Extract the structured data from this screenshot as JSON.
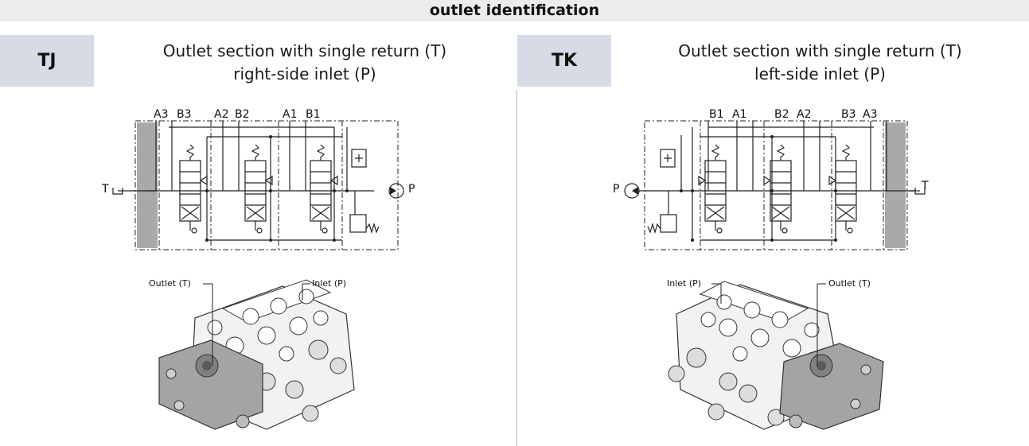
{
  "header": {
    "title": "outlet identification"
  },
  "sections": [
    {
      "code": "TJ",
      "title_line1": "Outlet section with single return (T)",
      "title_line2": "right-side inlet (P)",
      "schematic": {
        "port_labels": [
          "A3",
          "B3",
          "A2",
          "B2",
          "A1",
          "B1"
        ],
        "tank_label": "T",
        "pressure_label": "P"
      },
      "callouts": {
        "outlet": "Outlet (T)",
        "inlet": "Inlet (P)"
      }
    },
    {
      "code": "TK",
      "title_line1": "Outlet section with single return (T)",
      "title_line2": "left-side inlet (P)",
      "schematic": {
        "port_labels": [
          "B1",
          "A1",
          "B2",
          "A2",
          "B3",
          "A3"
        ],
        "tank_label": "T",
        "pressure_label": "P"
      },
      "callouts": {
        "inlet": "Inlet (P)",
        "outlet": "Outlet (T)"
      }
    }
  ],
  "icons": [
    "outlet-end-plate",
    "spool-valve-symbol",
    "pressure-relief-valve-symbol",
    "check-valve-symbol",
    "pump-symbol",
    "tank-symbol",
    "valve-block-illustration"
  ]
}
